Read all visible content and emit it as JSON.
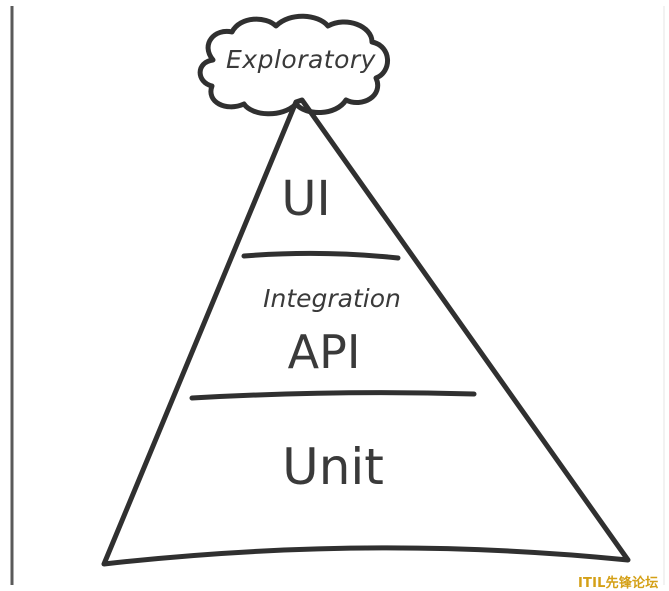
{
  "diagram": {
    "top_label": "Exploratory",
    "tiers": {
      "ui": "UI",
      "integration": "Integration",
      "api": "API",
      "unit": "Unit"
    }
  },
  "watermark": {
    "text": "ITIL先锋论坛"
  },
  "colors": {
    "stroke": "#303030",
    "text": "#3a3a3a",
    "frame": "#5a5a5a",
    "watermark": "#d4a017"
  }
}
